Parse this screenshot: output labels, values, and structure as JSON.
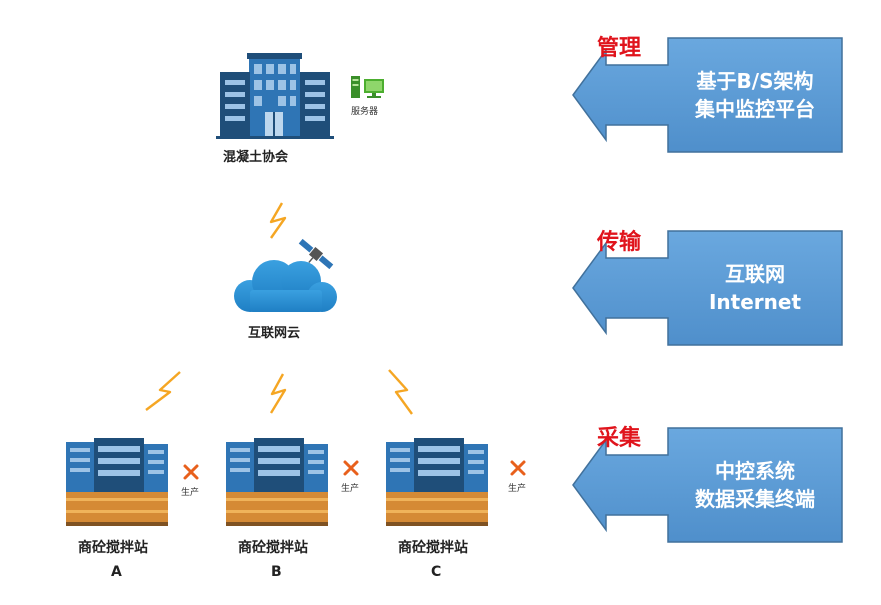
{
  "colors": {
    "arrow_fill": "#5b9bd5",
    "arrow_stroke": "#41719c",
    "red_label": "#e0141c",
    "bolt": "#f5a623"
  },
  "top": {
    "building_label": "混凝土协会",
    "server_label": "服务器",
    "server_icon": "server-monitor-icon"
  },
  "middle": {
    "cloud_label": "互联网云",
    "satellite_icon": "satellite-icon"
  },
  "stations": [
    {
      "label": "商砼搅拌站",
      "letter": "A",
      "tool_label": "生产"
    },
    {
      "label": "商砼搅拌站",
      "letter": "B",
      "tool_label": "生产"
    },
    {
      "label": "商砼搅拌站",
      "letter": "C",
      "tool_label": "生产"
    }
  ],
  "layers": [
    {
      "tag": "管理",
      "line1": "基于B/S架构",
      "line2": "集中监控平台"
    },
    {
      "tag": "传输",
      "line1": "互联网",
      "line2": "Internet"
    },
    {
      "tag": "采集",
      "line1": "中控系统",
      "line2": "数据采集终端"
    }
  ]
}
